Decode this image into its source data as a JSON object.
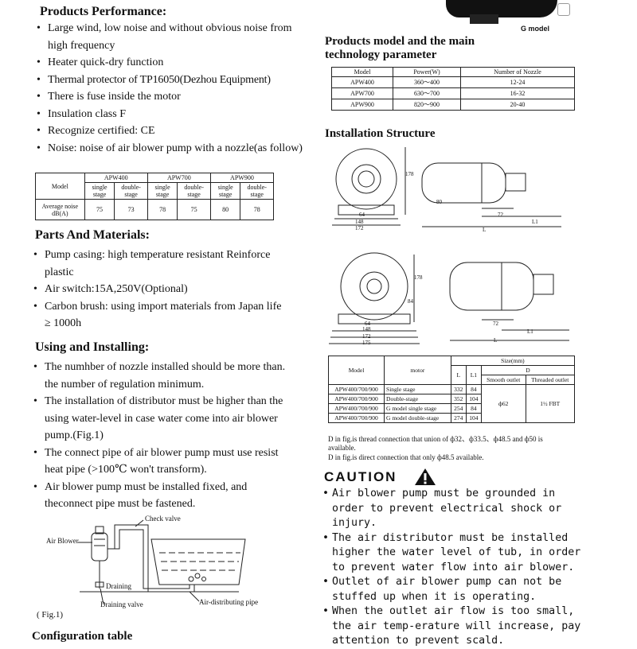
{
  "performance": {
    "title": "Products Performance:",
    "items": [
      "Large wind, low noise and without obvious noise from high frequency",
      "Heater quick-dry function",
      "Thermal protector of TP16050(Dezhou Equipment)",
      "There is fuse inside the motor",
      "Insulation class  F",
      "Recognize certified:  CE",
      "Noise: noise of  air blower pump with a nozzle(as follow)"
    ]
  },
  "noise_table": {
    "row_header": "Model",
    "models": [
      "APW400",
      "APW700",
      "APW900"
    ],
    "stages": [
      "single stage",
      "double-stage",
      "single stage",
      "double-stage",
      "single stage",
      "double-stage"
    ],
    "value_label": "Average noise dB(A)",
    "values": [
      "75",
      "73",
      "78",
      "75",
      "80",
      "78"
    ]
  },
  "parts": {
    "title": "Parts And Materials:",
    "items": [
      "Pump casing: high temperature resistant Reinforce plastic",
      "Air switch:15A,250V(Optional)",
      "Carbon brush: using import materials from Japan life ≥ 1000h"
    ]
  },
  "using": {
    "title": "Using and Installing:",
    "items": [
      "The numhber of nozzle installed should be more than. the number of regulation minimum.",
      "The installation of distributor must be higher than the using water-level in case water come into air blower pump.(Fig.1)",
      "The connect pipe of air blower pump must use resist heat pipe (>100℃ won't transform).",
      "Air blower pump must be installed fixed, and theconnect pipe must be fastened."
    ]
  },
  "fig1": {
    "check_valve": "Check valve",
    "air_blower": "Air Blower",
    "draining": "Draining",
    "draining_valve": "Draining valve",
    "air_pipe": "Air-distributing pipe",
    "caption": "( Fig.1)"
  },
  "bottom_cut": "Configuration table",
  "g_model": "G model",
  "model_section": {
    "title": "Products model and the main technology parameter",
    "headers": [
      "Model",
      "Power(W)",
      "Number of Nozzle"
    ],
    "rows": [
      [
        "APW400",
        "360～400",
        "12-24"
      ],
      [
        "APW700",
        "630～700",
        "16-32"
      ],
      [
        "APW900",
        "820～900",
        "20-40"
      ]
    ]
  },
  "install": {
    "title": "Installation Structure",
    "dims_top": [
      "178",
      "64",
      "148",
      "172",
      "80",
      "72",
      "L1",
      "L"
    ],
    "dims_bottom": [
      "178",
      "84",
      "64",
      "148",
      "172",
      "175",
      "72",
      "L1",
      "L"
    ]
  },
  "size_table": {
    "model": "Model",
    "motor": "motor",
    "size": "Size(mm)",
    "L": "L",
    "L1": "L1",
    "D": "D",
    "smooth": "Smooth outlet",
    "threaded": "Threaded outlet",
    "rows": [
      [
        "APW400/700/900",
        "Single stage",
        "332",
        "84"
      ],
      [
        "APW400/700/900",
        "Double-stage",
        "352",
        "104"
      ],
      [
        "APW400/700/900",
        "G model single stage",
        "254",
        "84"
      ],
      [
        "APW400/700/900",
        "G model double-stage",
        "274",
        "104"
      ]
    ],
    "d_smooth": "ф62",
    "d_threaded": "1½ FBT"
  },
  "notes": [
    "D in fig.is thread connection that union of ф32、ф33.5、ф48.5 and ф50 is available.",
    "D in fig.is direct connection that only ф48.5 available."
  ],
  "caution": {
    "title": "CAUTION",
    "items": [
      "Air blower pump must be grounded in order to prevent electrical shock or injury.",
      "The air distributor must be installed higher the water level of tub, in order to prevent water flow into air blower.",
      "Outlet of air blower pump can not be stuffed up when it is operating.",
      "When the outlet air flow is too small, the air temp-erature will increase, pay attention to prevent scald."
    ]
  }
}
